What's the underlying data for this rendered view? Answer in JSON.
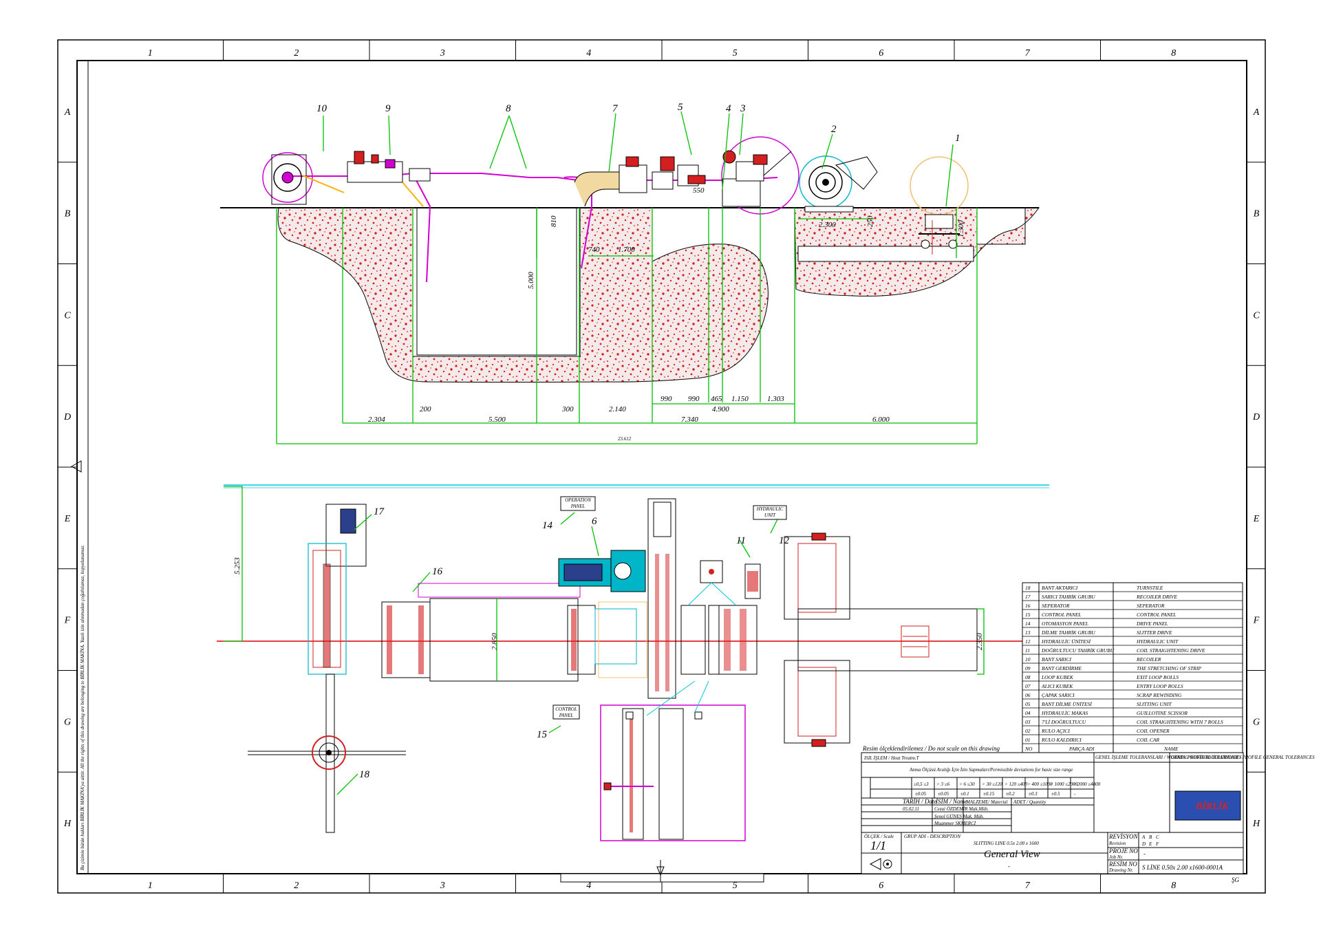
{
  "grid": {
    "columns": [
      "1",
      "2",
      "3",
      "4",
      "5",
      "6",
      "7",
      "8"
    ],
    "rows": [
      "A",
      "B",
      "C",
      "D",
      "E",
      "F",
      "G",
      "H"
    ]
  },
  "callouts": {
    "c1": "1",
    "c2": "2",
    "c3": "3",
    "c4": "4",
    "c5": "5",
    "c7": "7",
    "c8": "8",
    "c9": "9",
    "c10": "10",
    "c6": "6",
    "c11": "11",
    "c12": "12",
    "c14": "14",
    "c15": "15",
    "c16": "16",
    "c17": "17",
    "c18": "18"
  },
  "dimensions": {
    "d810": "810",
    "d5000": "5.000",
    "d740": "740",
    "d1700": "1.700",
    "d550": "550",
    "d2300": "2.300",
    "d250": "250",
    "d1300": "1.300",
    "d990a": "990",
    "d990b": "990",
    "d465": "465",
    "d1150": "1.150",
    "d1303": "1.303",
    "d2304": "2.304",
    "d200": "200",
    "d5500": "5.500",
    "d300": "300",
    "d2140": "2.140",
    "d4900": "4.900",
    "d7340": "7.340",
    "d6000": "6.000",
    "d23612": "23.612",
    "d5253": "5.253",
    "d2850": "2.850",
    "d2350": "2.350"
  },
  "panel_labels": {
    "operation_panel": [
      "OPERATION",
      "PANEL"
    ],
    "hydraulic_unit": [
      "HYDRAULIC",
      "UNIT"
    ],
    "control_panel": [
      "CONTROL",
      "PANEL"
    ]
  },
  "parts_list": {
    "header": {
      "no": "NO",
      "tr": "PARÇA ADI",
      "en": "NAME"
    },
    "rows": [
      {
        "no": "18",
        "tr": "BANT AKTARICI",
        "en": "TURNSTILE"
      },
      {
        "no": "17",
        "tr": "SARICI TAHRİK GRUBU",
        "en": "RECOILER DRIVE"
      },
      {
        "no": "16",
        "tr": "SEPERATOR",
        "en": "SEPERATOR"
      },
      {
        "no": "15",
        "tr": "CONTROL PANEL",
        "en": "CONTROL PANEL"
      },
      {
        "no": "14",
        "tr": "OTOMASYON PANEL",
        "en": "DRIVE PANEL"
      },
      {
        "no": "13",
        "tr": "DİLME TAHRİK GRUBU",
        "en": "SLITTER DRIVE"
      },
      {
        "no": "12",
        "tr": "HYDRAULİC ÜNİTESİ",
        "en": "HYDRAULIC UNIT"
      },
      {
        "no": "11",
        "tr": "DOĞRULTUCU TAHRİK GRUBU",
        "en": "COIL STRAIGHTENING DRIVE"
      },
      {
        "no": "10",
        "tr": "BANT SARICI",
        "en": "RECOILER"
      },
      {
        "no": "09",
        "tr": "BANT GERDİRME",
        "en": "THE STRETCHING OF STRIP"
      },
      {
        "no": "08",
        "tr": "LOOP KUBEK",
        "en": "EXIT LOOP ROLLS"
      },
      {
        "no": "07",
        "tr": "ALICI KUBEK",
        "en": "ENTRY LOOP ROLLS"
      },
      {
        "no": "06",
        "tr": "ÇAPAK SARICI",
        "en": "SCRAP REWINDING"
      },
      {
        "no": "05",
        "tr": "BANT DİLME ÜNİTESİ",
        "en": "SLITTING UNIT"
      },
      {
        "no": "04",
        "tr": "HYDRAULİC MAKAS",
        "en": "GUILLOTINE SCISSOR"
      },
      {
        "no": "03",
        "tr": "7'Lİ DOĞRULTUCU",
        "en": "COIL STRAIGHTENING WITH 7 ROLLS"
      },
      {
        "no": "02",
        "tr": "RULO AÇICI",
        "en": "COIL OPENER"
      },
      {
        "no": "01",
        "tr": "RULO KALDIRICI",
        "en": "COIL CAR"
      }
    ]
  },
  "title_block": {
    "scale_note": "Resim ölçeklendirilemez / Do not scale on this drawing",
    "heat_treat": "ISIL İŞLEM / Heat Treatm.T",
    "tolerance_caption": "Anma Ölçüsü Aralığı İçin İzin Sapmaları/Permissible deviations for basic size range",
    "tol_headers": [
      "≥0,5 ≤3",
      "> 3 ≤6",
      "> 6 ≤30",
      "> 30 ≤120",
      "> 120 ≤400",
      "> 400 ≤1000",
      "> 1000 ≤2000",
      "> 2000 ≤4000"
    ],
    "tol_values": [
      "±0.05",
      "±0.05",
      "±0.1",
      "±0.15",
      "±0.2",
      "±0.3",
      "±0.5",
      "-"
    ],
    "general_tol_1": "GENEL İŞLEME TOLERANSLARI / WORKING GENERAL TOLERANCES",
    "general_tol_2": "GENEL PROFİL TOLERANSLARI / PROFILE GENERAL TOLERANCES",
    "date_label": "TARİH / Date",
    "name_label": "İSİM / Name",
    "date_value": "05.02.11",
    "drawn_by": "Cezai ÖZDEMİR Mak.Müh.",
    "checked_by": "Şenol GÜNEŞ Mak. Müh.",
    "approved_by": "Muammer SKMERCİ",
    "material_label": "MALZEME/ Material",
    "quantity_label": "ADET / Quantity",
    "scale_label": "ÖLÇEK / Scale",
    "scale_value": "1/1",
    "group_label": "GRUP ADI - DESCRIPTION",
    "description_small": "SLITTING LINE 0.5x 2.00 x 1600",
    "description_title": "General View",
    "description_dash": "-",
    "revision_label": "REVİSYON",
    "revision_en": "Revision",
    "revision_letters": [
      "A",
      "B",
      "C",
      "D",
      "E",
      "F"
    ],
    "project_label": "PROJE NO",
    "project_en": "Job Nr.",
    "project_value": "-",
    "drawing_label": "RESİM NO",
    "drawing_en": "Drawing Nr.",
    "drawing_value": "S LİNE 0.50x 2.00 x1600-0001A",
    "company": "BİRLİK",
    "initials": "ŞG"
  },
  "side_note": "Bu çizimin bütün hakları BİRLİK MAKİNA'ya aittir. All the rights of this drawing are belonging to BİRLİK MAKİNA. Yazılı izin alınmadan çoğaltılamaz, kopyalanamaz."
}
